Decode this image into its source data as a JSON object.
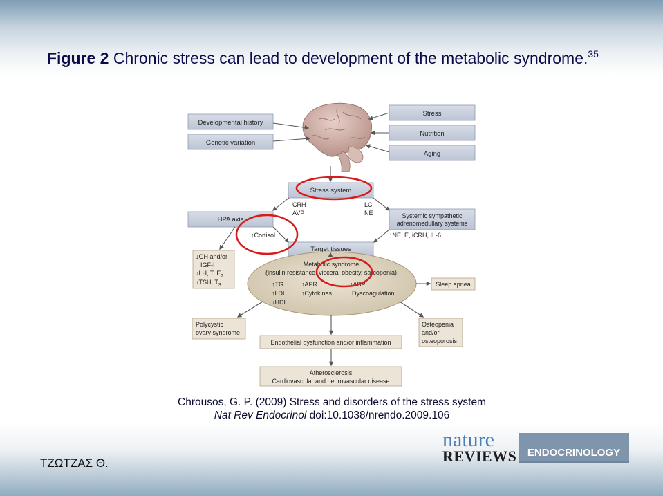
{
  "slide": {
    "title_bold": "Figure 2",
    "title_rest": " Chronic stress can lead to development of the metabolic syndrome.",
    "title_ref": "35",
    "citation_line1": "Chrousos, G. P. (2009) Stress and disorders of the stress system",
    "citation_journal": "Nat Rev Endocrinol",
    "citation_doi": " doi:10.1038/nrendo.2009.106",
    "author": "ΤΖΩΤΖΑΣ Θ.",
    "logo_nature": "nature",
    "logo_reviews": "REVIEWS",
    "logo_endocrinology": "ENDOCRINOLOGY"
  },
  "diagram": {
    "developmental_history": "Developmental history",
    "genetic_variation": "Genetic variation",
    "stress": "Stress",
    "nutrition": "Nutrition",
    "aging": "Aging",
    "stress_system": "Stress system",
    "crh": "CRH",
    "avp": "AVP",
    "lc": "LC",
    "ne": "NE",
    "hpa_axis": "HPA axis",
    "systemic_sympathetic_1": "Systemic sympathetic",
    "systemic_sympathetic_2": "adrenomedullary systems",
    "cortisol": "↑Cortisol",
    "ne_list": "↑NE, E, iCRH, IL-6",
    "target_tissues": "Target tissues",
    "gh_1": "↓GH and/or",
    "gh_2": "IGF-I",
    "gh_3": "↓LH, T, E",
    "gh_3_sub": "2",
    "gh_4": "↓TSH, T",
    "gh_4_sub": "3",
    "metabolic_syndrome": "Metabolic syndrome",
    "metabolic_detail": "(insulin resistance, visceral obesity, sarcopenia)",
    "tg": "↑TG",
    "ldl": "↑LDL",
    "hdl": "↓HDL",
    "apr": "↑APR",
    "cytokines": "↑Cytokines",
    "abp": "↑ABP",
    "dyscoagulation": "Dyscoagulation",
    "sleep_apnea": "Sleep apnea",
    "pcos_1": "Polycystic",
    "pcos_2": "ovary syndrome",
    "osteo_1": "Osteopenia",
    "osteo_2": "and/or",
    "osteo_3": "osteoporosis",
    "endothelial": "Endothelial dysfunction and/or inflammation",
    "athero_1": "Atherosclerosis",
    "athero_2": "Cardiovascular and neurovascular disease"
  },
  "colors": {
    "title_text": "#0b0b4a",
    "highlight_circle": "#d61c1c",
    "box_fill": "#c9d0de",
    "tan_fill": "#ece4d6",
    "ellipse_fill": "#ddd2bd",
    "logo_blue": "#4d7fae",
    "logo_band": "#7f95ab"
  }
}
